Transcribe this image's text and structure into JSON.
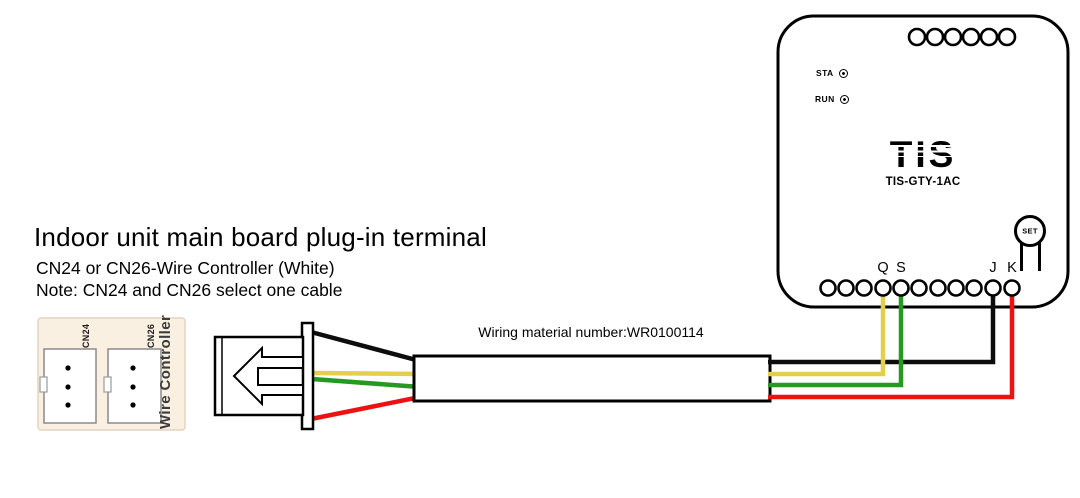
{
  "heading": {
    "title": "Indoor unit main board plug-in terminal",
    "subtitle": "CN24 or CN26-Wire Controller (White)",
    "note": "Note: CN24 and CN26 select one cable"
  },
  "wire_panel": {
    "connector1_label": "CN24",
    "connector2_label": "CN26",
    "side_label": "Wire Controller"
  },
  "cable": {
    "label": "Wiring material number:WR0100114"
  },
  "device": {
    "brand": "TIS",
    "model": "TIS-GTY-1AC",
    "led_sta": "STA",
    "led_run": "RUN",
    "set_label": "SET",
    "terminals": [
      "Q",
      "S",
      "J",
      "K"
    ]
  },
  "colors": {
    "wire_black": "#0d0d0d",
    "wire_yellow": "#e3cf4a",
    "wire_green": "#279920",
    "wire_red": "#ee1111",
    "panel_bg": "#faf0e2",
    "panel_border": "#e3d4bf"
  }
}
